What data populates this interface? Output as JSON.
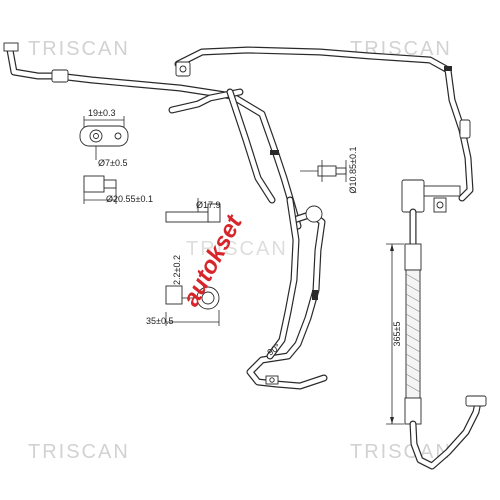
{
  "watermarks": {
    "top_left": "TRISCAN",
    "top_right": "TRISCAN",
    "middle": "TRISCAN",
    "bottom_left": "TRISCAN",
    "bottom_right": "TRISCAN"
  },
  "stamp": {
    "text": "autokset",
    "color": "#d7262b"
  },
  "dimensions": {
    "flange_width": "19±0.3",
    "bore": "Ø7±0.5",
    "fitting_dia": "Ø20.55±0.1",
    "pipe_dia": "Ø10.85±0.1",
    "small_dia": "Ø17.9",
    "clip_height": "2.2±0.2",
    "clip_width": "35±0.5",
    "bend_angle": "90°",
    "hose_length": "365±5"
  },
  "colors": {
    "line": "#2a2a2a",
    "watermark": "#d2d2d2",
    "hose_fill": "#f4f4f4"
  }
}
